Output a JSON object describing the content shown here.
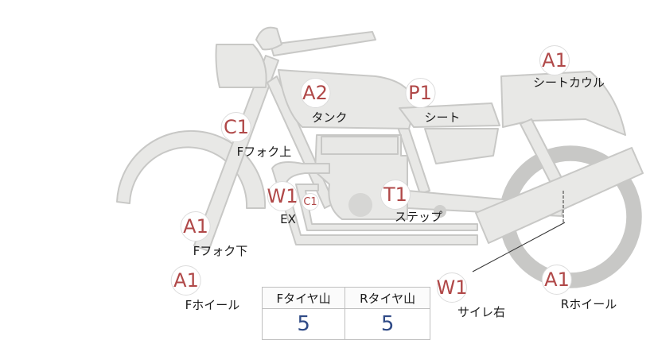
{
  "markers": {
    "seat_cowl": {
      "grade": "A1",
      "label": "シートカウル"
    },
    "tank": {
      "grade": "A2",
      "label": "タンク"
    },
    "seat": {
      "grade": "P1",
      "label": "シート"
    },
    "fork_upper": {
      "grade": "C1",
      "label": "Fフォク上"
    },
    "exhaust": {
      "grade": "W1",
      "label": "EX"
    },
    "exhaust_extra": {
      "grade": "C1"
    },
    "step": {
      "grade": "T1",
      "label": "ステップ"
    },
    "fork_lower": {
      "grade": "A1",
      "label": "Fフォク下"
    },
    "front_wheel": {
      "grade": "A1",
      "label": "Fホイール"
    },
    "muffler_right": {
      "grade": "W1",
      "label": "サイレ右"
    },
    "rear_wheel": {
      "grade": "A1",
      "label": "Rホイール"
    }
  },
  "tread_table": {
    "front_header": "Fタイヤ山",
    "rear_header": "Rタイヤ山",
    "front_value": "5",
    "rear_value": "5"
  },
  "colors": {
    "bike_fill": "#e8e8e6",
    "bike_stroke": "#c8c8c6",
    "grade_text": "#b04848",
    "value_text": "#2f4a86"
  }
}
